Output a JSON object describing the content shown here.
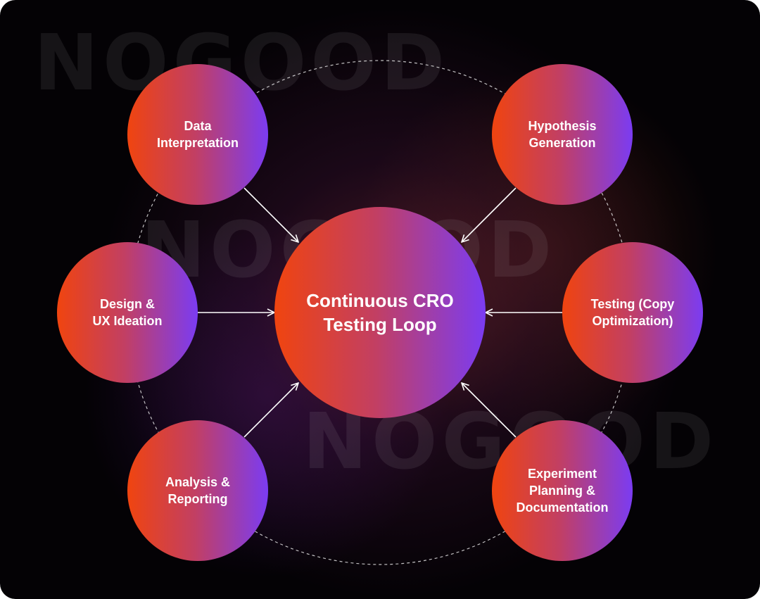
{
  "diagram": {
    "center_label": "Continuous CRO\nTesting Loop",
    "nodes": [
      {
        "id": "data-interpretation",
        "label": "Data\nInterpretation"
      },
      {
        "id": "hypothesis-generation",
        "label": "Hypothesis\nGeneration"
      },
      {
        "id": "design-ux-ideation",
        "label": "Design &\nUX Ideation"
      },
      {
        "id": "testing-copy-optimization",
        "label": "Testing (Copy\nOptimization)"
      },
      {
        "id": "analysis-reporting",
        "label": "Analysis &\nReporting"
      },
      {
        "id": "experiment-planning",
        "label": "Experiment\nPlanning &\nDocumentation"
      }
    ],
    "watermark_text": "NOGOOD",
    "colors": {
      "background": "#040205",
      "gradient_start": "#f0440f",
      "gradient_mid": "#c23f63",
      "gradient_end": "#7b3cf2",
      "arrow": "#ffffff"
    }
  }
}
